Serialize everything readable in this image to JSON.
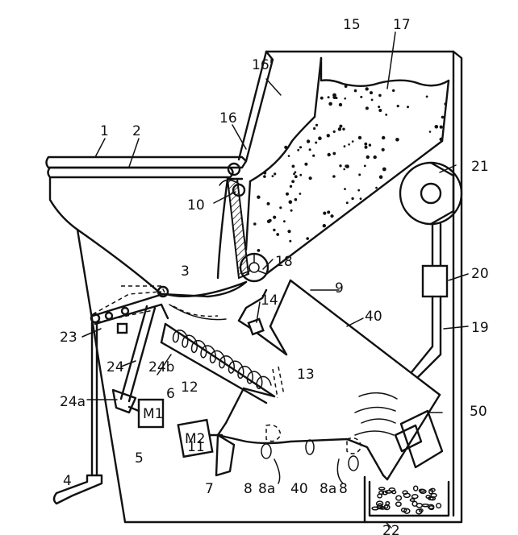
{
  "figure": {
    "labels": {
      "l1": "1",
      "l2": "2",
      "l3": "3",
      "l4": "4",
      "l5": "5",
      "l6": "6",
      "l7": "7",
      "l8a": "8",
      "l8b": "8",
      "l8a_lbl": "8a",
      "l8a_lbl2": "8a",
      "l9": "9",
      "l10": "10",
      "l11": "11",
      "l12": "12",
      "l13": "13",
      "l14": "14",
      "l15": "15",
      "l16": "16",
      "l16p": "16'",
      "l17": "17",
      "l18": "18",
      "l19": "19",
      "l20": "20",
      "l21": "21",
      "l22": "22",
      "l23": "23",
      "l24": "24",
      "l24a": "24a",
      "l24b": "24b",
      "l40a": "40",
      "l40b": "40",
      "l50": "50"
    },
    "motors": {
      "m1": "M1",
      "m2": "M2"
    }
  }
}
